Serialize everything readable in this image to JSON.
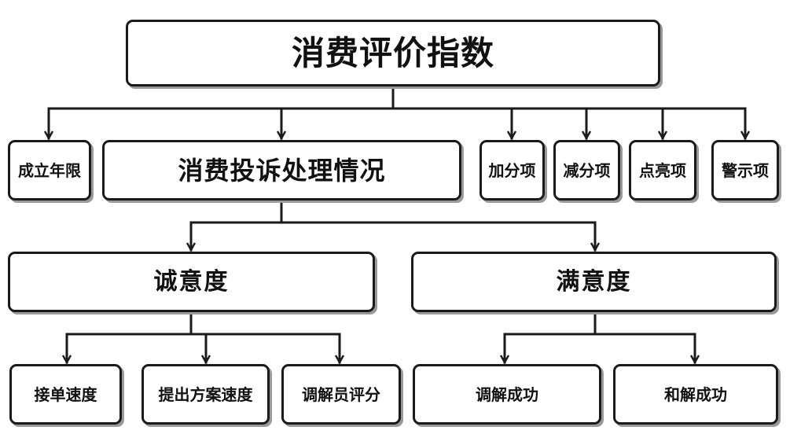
{
  "root": {
    "label": "消费评价指数"
  },
  "level2": {
    "established": "成立年限",
    "complaints": "消费投诉处理情况",
    "bonus": "加分项",
    "deduction": "减分项",
    "highlight": "点亮项",
    "warning": "警示项"
  },
  "sincerity": {
    "label": "诚意度",
    "children": [
      "接单速度",
      "提出方案速度",
      "调解员评分"
    ]
  },
  "satisfaction": {
    "label": "满意度",
    "children": [
      "调解成功",
      "和解成功"
    ]
  },
  "colors": {
    "line": "#1a1a1a",
    "shadow": "#9a9a9a"
  }
}
